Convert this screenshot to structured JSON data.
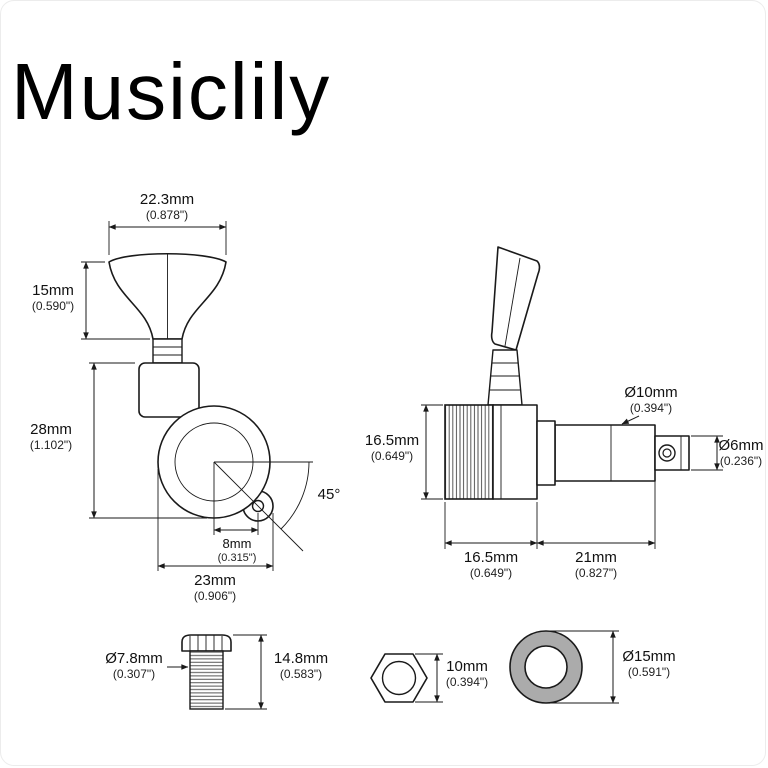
{
  "brand": {
    "logo": "Musiclily"
  },
  "front_view": {
    "top_width": {
      "mm": "22.3mm",
      "in": "(0.878\")"
    },
    "button_height": {
      "mm": "15mm",
      "in": "(0.590\")"
    },
    "body_height": {
      "mm": "28mm",
      "in": "(1.102\")"
    },
    "angle": "45°",
    "hole_offset": {
      "mm": "8mm",
      "in": "(0.315\")"
    },
    "body_width": {
      "mm": "23mm",
      "in": "(0.906\")"
    }
  },
  "side_view": {
    "body_height": {
      "mm": "16.5mm",
      "in": "(0.649\")"
    },
    "post_diameter": {
      "mm": "Ø10mm",
      "in": "(0.394\")"
    },
    "tip_diameter": {
      "mm": "Ø6mm",
      "in": "(0.236\")"
    },
    "body_depth": {
      "mm": "16.5mm",
      "in": "(0.649\")"
    },
    "post_length": {
      "mm": "21mm",
      "in": "(0.827\")"
    }
  },
  "hardware": {
    "bushing": {
      "diameter": {
        "mm": "Ø7.8mm",
        "in": "(0.307\")"
      },
      "height": {
        "mm": "14.8mm",
        "in": "(0.583\")"
      }
    },
    "nut": {
      "width": {
        "mm": "10mm",
        "in": "(0.394\")"
      }
    },
    "washer": {
      "diameter": {
        "mm": "Ø15mm",
        "in": "(0.591\")"
      }
    }
  },
  "colors": {
    "line": "#1a1a1a",
    "washer_fill": "#ababab",
    "background": "#ffffff"
  }
}
